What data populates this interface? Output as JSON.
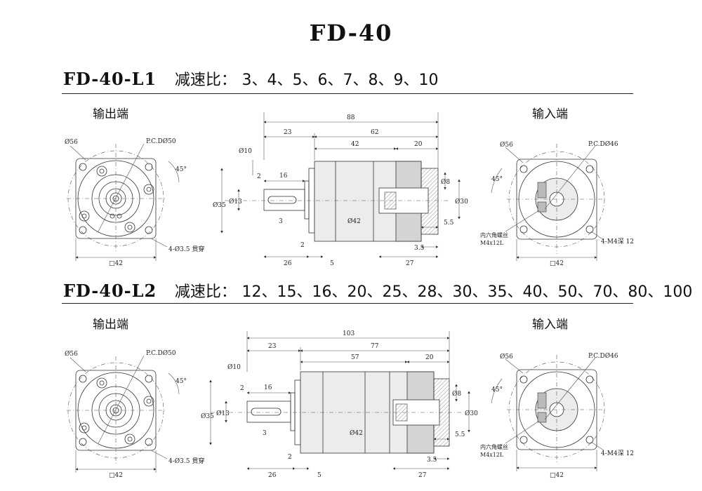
{
  "title": "FD-40",
  "labels": {
    "output_end": "输出端",
    "input_end": "输入端"
  },
  "sections": [
    {
      "model": "FD-40-L1",
      "ratio_label": "减速比：",
      "ratios": "3、4、5、6、7、8、9、10",
      "output_view": {
        "flange_dia": "Ø56",
        "pcd": "P.C.DØ50",
        "angle": "45°",
        "holes": "4-Ø3.5 贯穿",
        "square": "□42"
      },
      "side_view": {
        "total": "88",
        "front": "23",
        "body": "62",
        "body_main": "42",
        "body_rear": "20",
        "shaft_dia": "Ø10",
        "shaft_len": "16",
        "spigot": "Ø35",
        "shaft_key": "Ø13",
        "key": "3",
        "key_offset": "2",
        "spigot_len": "2",
        "dim_26": "26",
        "dim_5": "5",
        "body_dia": "Ø42",
        "input_bore": "Ø8",
        "input_spigot": "Ø30",
        "dim_55": "5.5",
        "dim_35": "3.5",
        "dim_27": "27"
      },
      "input_view": {
        "flange_dia": "Ø56",
        "pcd": "P.C.DØ46",
        "angle": "45°",
        "screw": "内六角螺丝",
        "screw_spec": "M4x12L",
        "holes": "4-M4深 12",
        "square": "□42"
      }
    },
    {
      "model": "FD-40-L2",
      "ratio_label": "减速比：",
      "ratios": "12、15、16、20、25、28、30、35、40、50、70、80、100",
      "output_view": {
        "flange_dia": "Ø56",
        "pcd": "P.C.DØ50",
        "angle": "45°",
        "holes": "4-Ø3.5 贯穿",
        "square": "□42"
      },
      "side_view": {
        "total": "103",
        "front": "23",
        "body": "77",
        "body_main": "57",
        "body_rear": "20",
        "shaft_dia": "Ø10",
        "shaft_len": "16",
        "spigot": "Ø35",
        "shaft_key": "Ø13",
        "key": "3",
        "key_offset": "2",
        "spigot_len": "2",
        "dim_26": "26",
        "dim_5": "5",
        "body_dia": "Ø42",
        "input_bore": "Ø8",
        "input_spigot": "Ø30",
        "dim_55": "5.5",
        "dim_35": "3.5",
        "dim_27": "27"
      },
      "input_view": {
        "flange_dia": "Ø56",
        "pcd": "P.C.DØ46",
        "angle": "45°",
        "screw": "内六角螺丝",
        "screw_spec": "M4x12L",
        "holes": "4-M4深 12",
        "square": "□42"
      }
    }
  ]
}
